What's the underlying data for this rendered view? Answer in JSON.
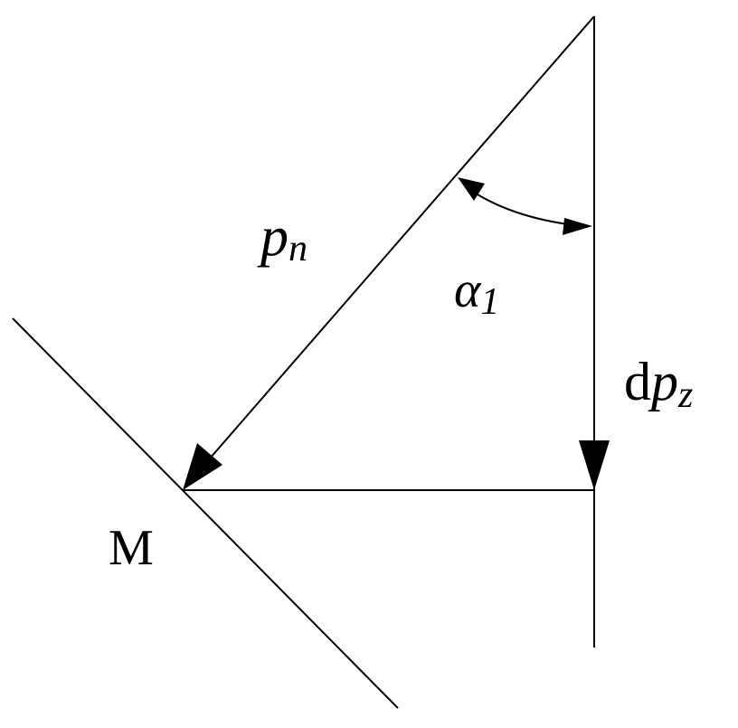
{
  "labels": {
    "pn_main": "p",
    "pn_sub": "n",
    "alpha_main": "α",
    "alpha_sub": "1",
    "dpz_d": "d",
    "dpz_p": "p",
    "dpz_sub": "z",
    "point_m": "M"
  },
  "colors": {
    "stroke": "#000000",
    "background": "#ffffff"
  }
}
